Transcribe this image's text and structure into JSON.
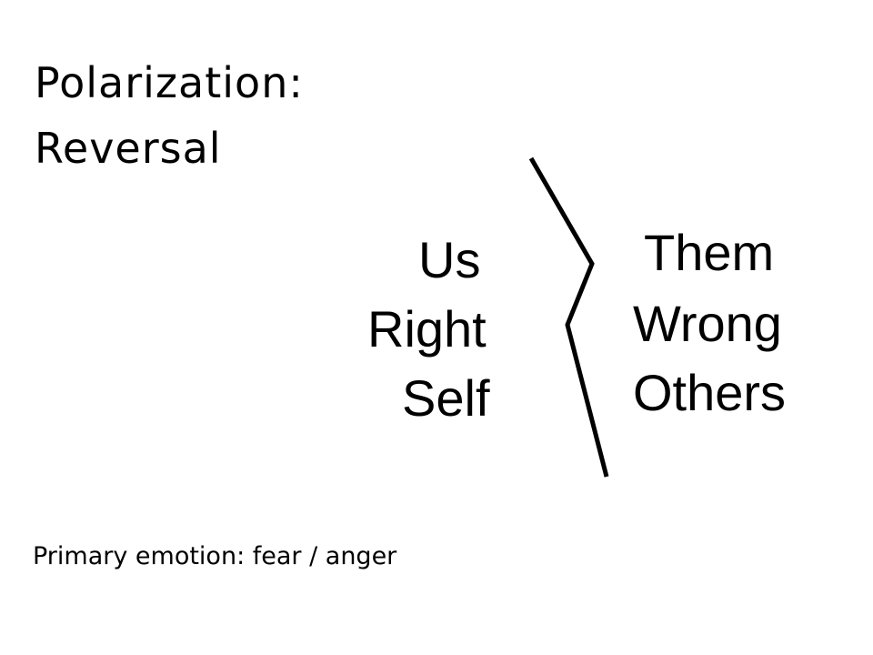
{
  "slide": {
    "title_line1": "Polarization:",
    "title_line2": "Reversal",
    "left_group": [
      "Us",
      "Right",
      "Self"
    ],
    "right_group": [
      "Them",
      "Wrong",
      "Others"
    ],
    "caption": "Primary emotion: fear / anger",
    "colors": {
      "text": "#000000",
      "background": "#ffffff",
      "divider": "#000000"
    }
  }
}
